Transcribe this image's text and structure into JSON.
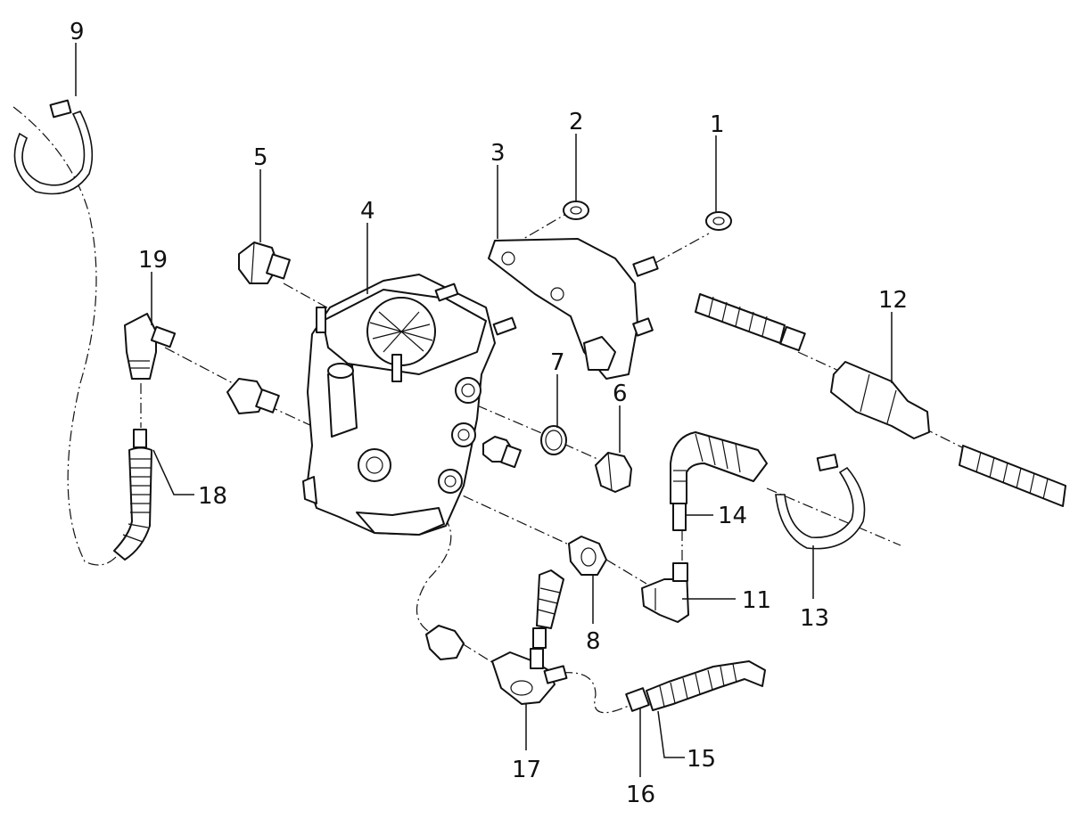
{
  "callouts": [
    {
      "id": "c1",
      "label": "1"
    },
    {
      "id": "c2",
      "label": "2"
    },
    {
      "id": "c3",
      "label": "3"
    },
    {
      "id": "c4",
      "label": "4"
    },
    {
      "id": "c5",
      "label": "5"
    },
    {
      "id": "c6",
      "label": "6"
    },
    {
      "id": "c7",
      "label": "7"
    },
    {
      "id": "c8",
      "label": "8"
    },
    {
      "id": "c9",
      "label": "9"
    },
    {
      "id": "c11",
      "label": "11"
    },
    {
      "id": "c12",
      "label": "12"
    },
    {
      "id": "c13",
      "label": "13"
    },
    {
      "id": "c14",
      "label": "14"
    },
    {
      "id": "c15",
      "label": "15"
    },
    {
      "id": "c16",
      "label": "16"
    },
    {
      "id": "c17",
      "label": "17"
    },
    {
      "id": "c18",
      "label": "18"
    },
    {
      "id": "c19",
      "label": "19"
    }
  ],
  "colors": {
    "ink": "#111111",
    "paper": "#ffffff"
  }
}
